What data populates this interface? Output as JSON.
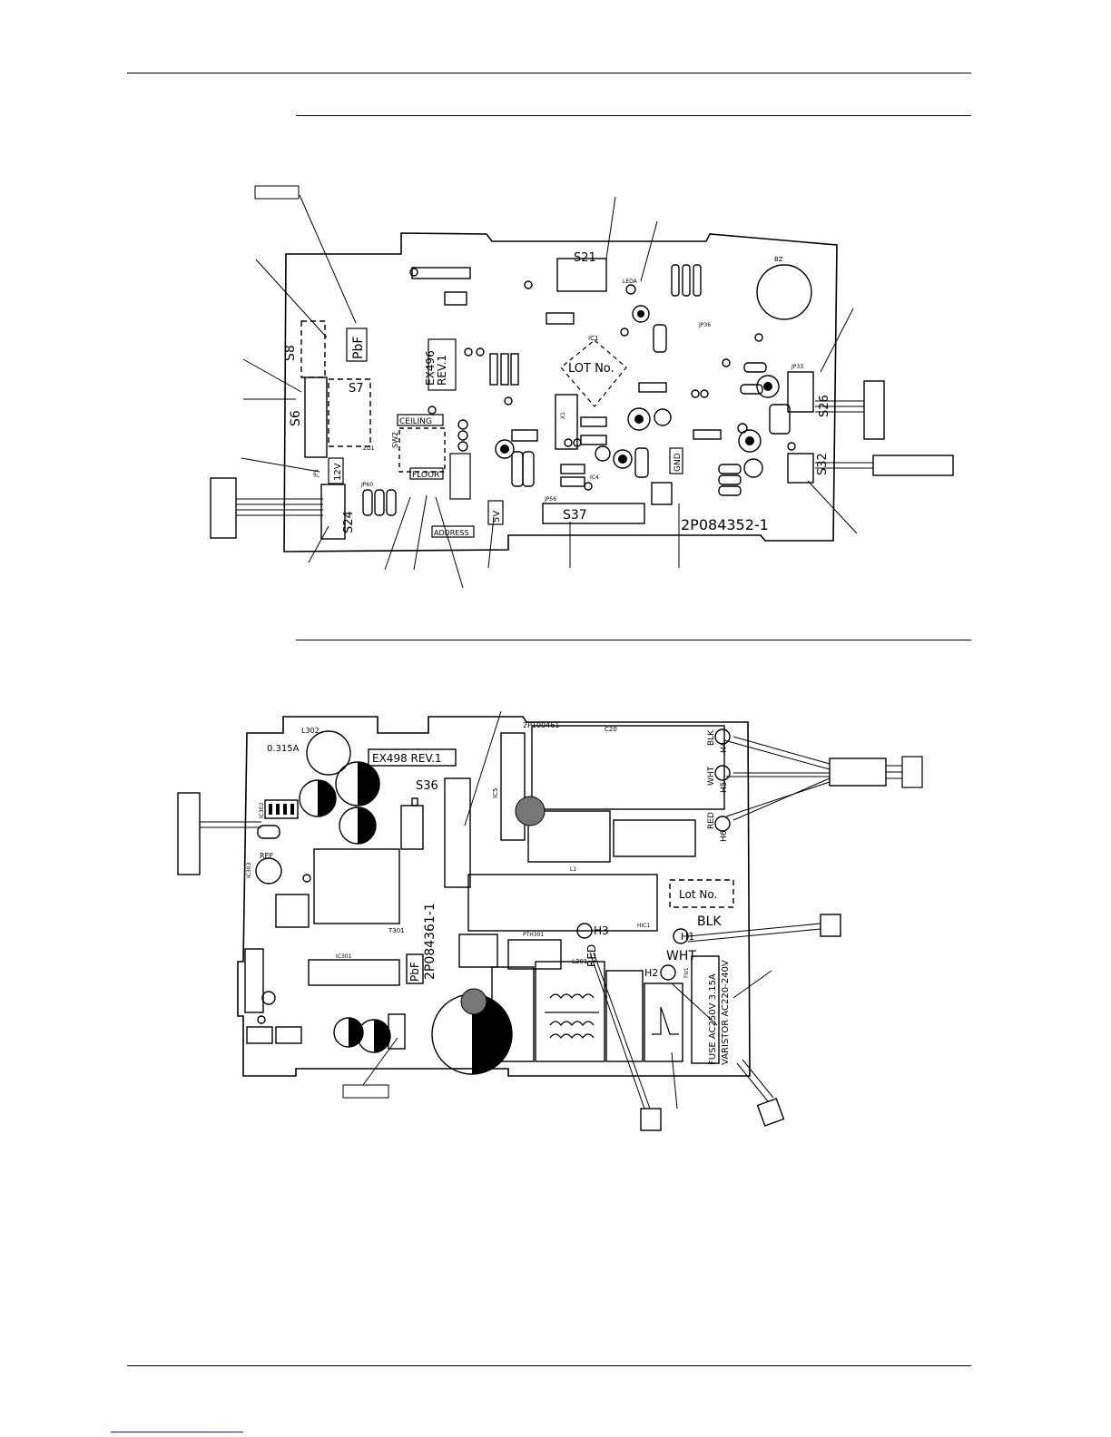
{
  "board1": {
    "labels": {
      "s21": "S21",
      "leda": "LEDA",
      "bz": "BZ",
      "ic1": "IC1",
      "lot_no": "LOT No.",
      "ex_rev": "EX496\nREV.1",
      "pbf": "PbF",
      "s8": "S8",
      "s7": "S7",
      "s6": "S6",
      "ceiling": "CEILING",
      "sw2": "SW2",
      "floor": "FLOOR",
      "address": "ADDRESS",
      "v12": "12V",
      "v5": "5V",
      "s24": "S24",
      "s37": "S37",
      "gnd": "GND",
      "s26": "S26",
      "s32": "S32",
      "part_no": "2P084352-1",
      "jp60": "JP60",
      "jp33": "JP33",
      "jp36": "JP36",
      "jp56": "JP56",
      "x1": "X1",
      "ic4": "IC4",
      "zd1": "ZD1",
      "jp1": "JP1"
    }
  },
  "board2": {
    "labels": {
      "l302": "L302",
      "fu2_rating": "0.315A",
      "ex_rev": "EX498 REV.1",
      "s36": "S36",
      "pcb_code": "2P100461",
      "c20": "C20",
      "blk_h4": "BLK",
      "h4": "H4",
      "wht_h5": "WHT",
      "h5": "H5",
      "red_h6": "RED",
      "h6": "H6",
      "ic302": "IC302",
      "ic303": "IC303",
      "ref": "REF",
      "lot_no": "Lot No.",
      "blk_h1": "BLK",
      "h1": "H1",
      "wht_h2": "WHT",
      "h2": "H2",
      "red_h3": "RED",
      "h3": "H3",
      "part_no": "2P084361-1",
      "pbf": "PbF",
      "fuse": "FUSE AC250V 3.15A",
      "varistor": "VARISTOR AC220-240V",
      "ic301": "IC301",
      "t301": "T301",
      "pth301": "PTH301",
      "hic1": "HIC1",
      "l301": "L301",
      "ic5": "IC5",
      "l1": "L1",
      "fu1": "FU1"
    }
  }
}
